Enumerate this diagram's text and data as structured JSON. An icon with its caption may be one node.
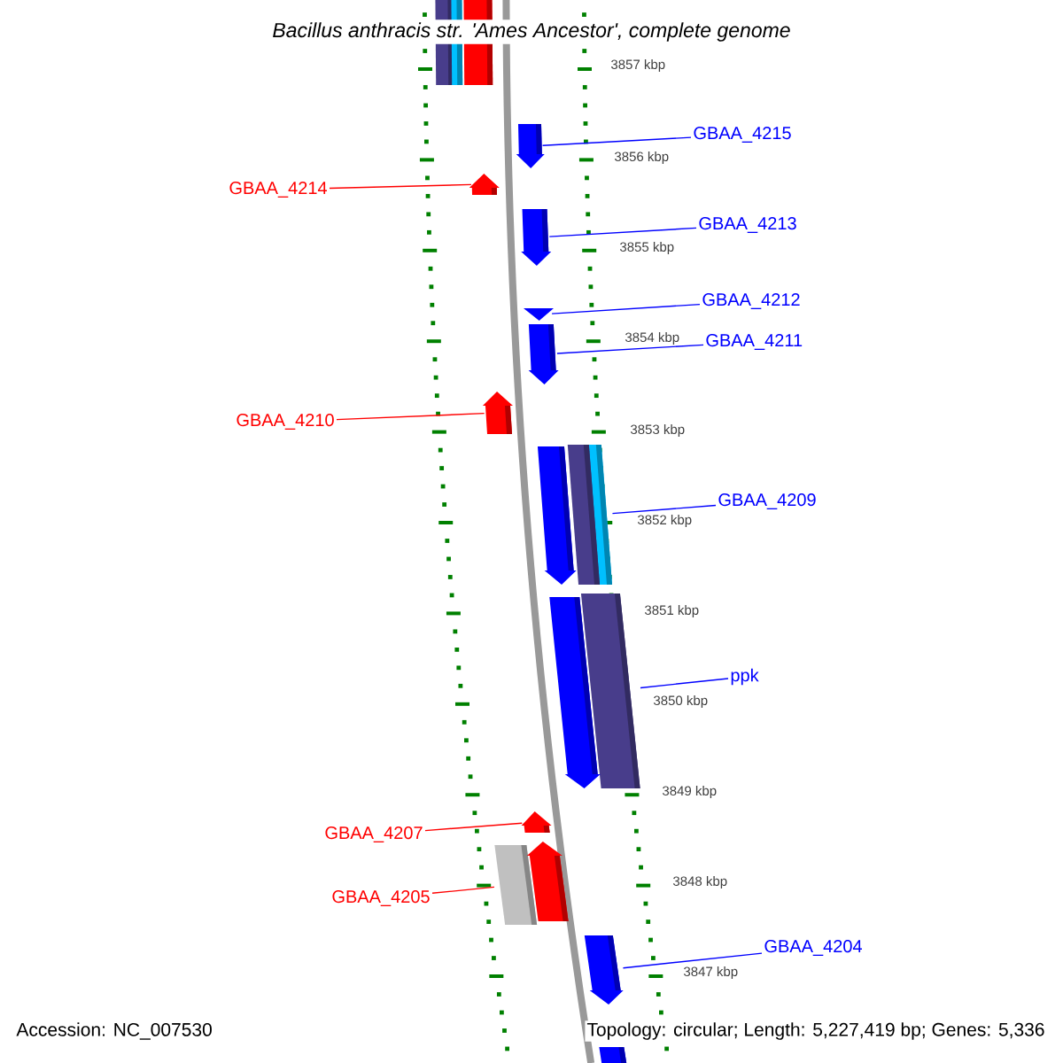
{
  "diagram": {
    "title": "Bacillus anthracis str. 'Ames Ancestor', complete genome",
    "nodes": [
      {
        "text": [
          "GBAA_4215"
        ]
      },
      {
        "text": [],
        "shape": "bar"
      },
      {
        "text": [
          "GBAA_4214"
        ]
      },
      {
        "text": [],
        "shape": "bar"
      },
      {
        "text": [
          "GBAA_4213"
        ]
      },
      {
        "text": [],
        "shape": "bar"
      },
      {
        "text": [
          "GBAA_4212"
        ]
      },
      {
        "text": [],
        "shape": "bar"
      },
      {
        "text": [
          "GBAA_4211"
        ]
      },
      {
        "text": [],
        "shape": "bar"
      },
      {
        "text": [
          "GBAA_4210"
        ]
      },
      {
        "text": [],
        "shape": "bar"
      },
      {
        "text": [
          "GBAA_4209"
        ]
      },
      {
        "text": [],
        "shape": "bar"
      },
      {
        "text": [
          "ppk"
        ]
      },
      {
        "text": [],
        "shape": "bar"
      },
      {
        "text": [
          "GBAA_4207"
        ]
      },
      {
        "text": [],
        "shape": "bar"
      },
      {
        "text": [
          "GBAA_4205"
        ]
      },
      {
        "text": [],
        "shape": "bar"
      },
      {
        "text": [
          "GBAA_4204"
        ]
      },
      {
        "text": [],
        "shape": "bar"
      },
      {
        "text": [],
        "shape": "bar"
      },
      {
        "text": [],
        "shape": "bar"
      },
      {
        "text": [],
        "shape": "bar"
      },
      {
        "text": [],
        "shape": "bar"
      },
      {
        "text": [],
        "shape": "bar"
      },
      {
        "text": [],
        "shape": "bar"
      },
      {
        "text": [],
        "shape": "bar"
      },
      {
        "text": [],
        "shape": "bar"
      }
    ],
    "edges": [
      {
        "from": 0,
        "to": 1,
        "arrow": "none"
      },
      {
        "from": 2,
        "to": 3,
        "arrow": "none",
        "color": "#ff0000"
      },
      {
        "from": 4,
        "to": 5,
        "arrow": "none"
      },
      {
        "from": 6,
        "to": 7,
        "arrow": "none"
      },
      {
        "from": 8,
        "to": 9,
        "arrow": "none"
      },
      {
        "from": 10,
        "to": 11,
        "arrow": "none",
        "color": "#ff0000"
      },
      {
        "from": 12,
        "to": 13,
        "arrow": "none"
      },
      {
        "from": 14,
        "to": 15,
        "arrow": "none"
      },
      {
        "from": 16,
        "to": 17,
        "arrow": "none",
        "color": "#ff0000"
      },
      {
        "from": 18,
        "to": 19,
        "arrow": "none",
        "color": "#ff0000"
      },
      {
        "from": 20,
        "to": 21,
        "arrow": "none"
      }
    ],
    "labels": [
      "3857 kbp",
      "3856 kbp",
      "3855 kbp",
      "3854 kbp",
      "3853 kbp",
      "3852 kbp",
      "3851 kbp",
      "3850 kbp",
      "3849 kbp",
      "3848 kbp",
      "3847 kbp",
      "Accession: NC_007530",
      "Topology: circular; Length: 5,227,419 bp; Genes: 5,336"
    ]
  }
}
